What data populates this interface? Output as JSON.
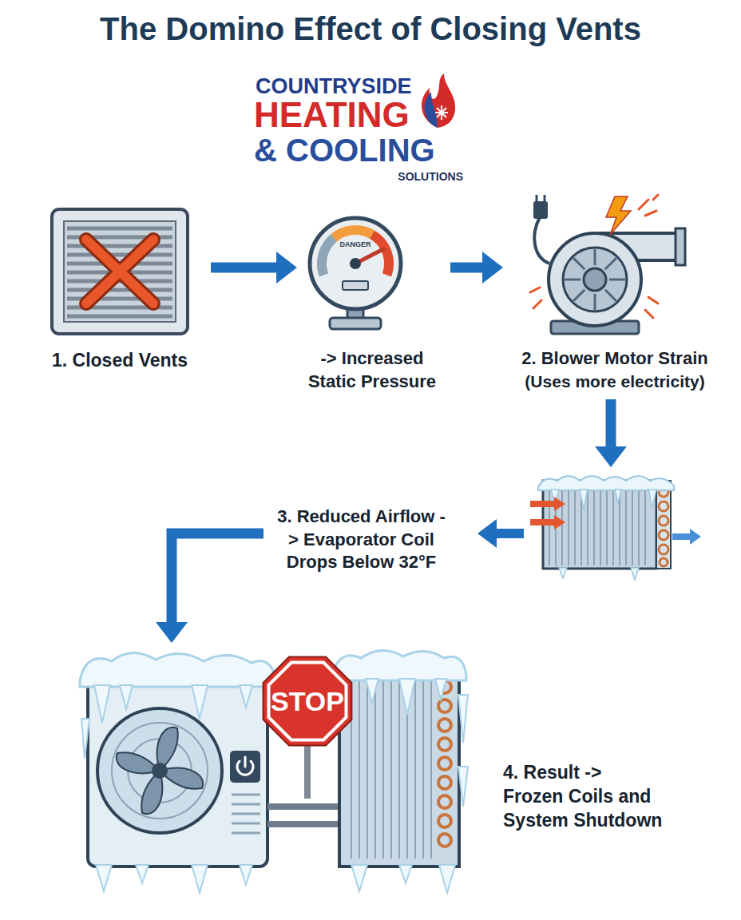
{
  "diagram": {
    "title": "The Domino Effect of Closing Vents",
    "nodes": [
      {
        "text": [
          "1. Closed Vents"
        ]
      },
      {
        "text": [
          "-> Increased Static Pressure"
        ]
      },
      {
        "text": [
          "2. Blower Motor Strain",
          "(Uses more electricity)"
        ]
      },
      {
        "text": [
          "3. Reduced Airflow -> Evaporator Coil Drops Below 32°F"
        ]
      },
      {
        "text": [
          "4. Result -> Frozen Coils and System Shutdown"
        ]
      }
    ],
    "edges": [
      {
        "from": 0,
        "to": 1,
        "arrow": "to"
      },
      {
        "from": 1,
        "to": 2,
        "arrow": "to"
      },
      {
        "from": 2,
        "to": 3,
        "arrow": "to"
      },
      {
        "from": 3,
        "to": 4,
        "arrow": "to"
      }
    ],
    "labels": [
      "COUNTRYSIDE",
      "HEATING",
      "& COOLING",
      "SOLUTIONS",
      "DANGER",
      "STOP"
    ]
  }
}
